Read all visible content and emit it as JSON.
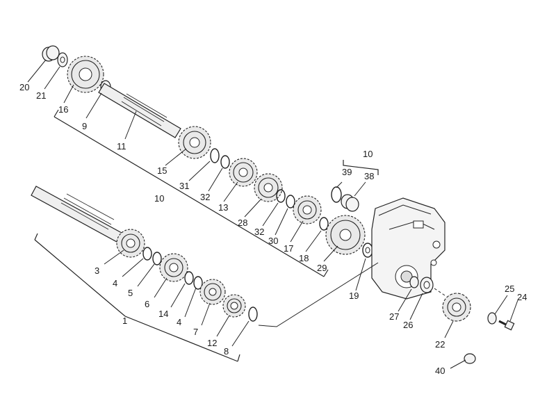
{
  "diagram": {
    "colors": {
      "ink": "#222222",
      "background": "#ffffff",
      "part_fill": "#efefef"
    },
    "callouts": [
      {
        "id": "c20",
        "text": "20"
      },
      {
        "id": "c21",
        "text": "21"
      },
      {
        "id": "c16",
        "text": "16"
      },
      {
        "id": "c9",
        "text": "9"
      },
      {
        "id": "c11",
        "text": "11"
      },
      {
        "id": "c15",
        "text": "15"
      },
      {
        "id": "c31",
        "text": "31"
      },
      {
        "id": "c32a",
        "text": "32"
      },
      {
        "id": "c13",
        "text": "13"
      },
      {
        "id": "c28",
        "text": "28"
      },
      {
        "id": "c32b",
        "text": "32"
      },
      {
        "id": "c30",
        "text": "30"
      },
      {
        "id": "c17",
        "text": "17"
      },
      {
        "id": "c18",
        "text": "18"
      },
      {
        "id": "c29",
        "text": "29"
      },
      {
        "id": "c10a",
        "text": "10"
      },
      {
        "id": "c10b",
        "text": "10"
      },
      {
        "id": "c39",
        "text": "39"
      },
      {
        "id": "c38",
        "text": "38"
      },
      {
        "id": "c19",
        "text": "19"
      },
      {
        "id": "c27",
        "text": "27"
      },
      {
        "id": "c26",
        "text": "26"
      },
      {
        "id": "c22",
        "text": "22"
      },
      {
        "id": "c25",
        "text": "25"
      },
      {
        "id": "c24",
        "text": "24"
      },
      {
        "id": "c40",
        "text": "40"
      },
      {
        "id": "c1",
        "text": "1"
      },
      {
        "id": "c3",
        "text": "3"
      },
      {
        "id": "c4a",
        "text": "4"
      },
      {
        "id": "c5",
        "text": "5"
      },
      {
        "id": "c6",
        "text": "6"
      },
      {
        "id": "c14",
        "text": "14"
      },
      {
        "id": "c4b",
        "text": "4"
      },
      {
        "id": "c7",
        "text": "7"
      },
      {
        "id": "c12",
        "text": "12"
      },
      {
        "id": "c8",
        "text": "8"
      }
    ]
  }
}
